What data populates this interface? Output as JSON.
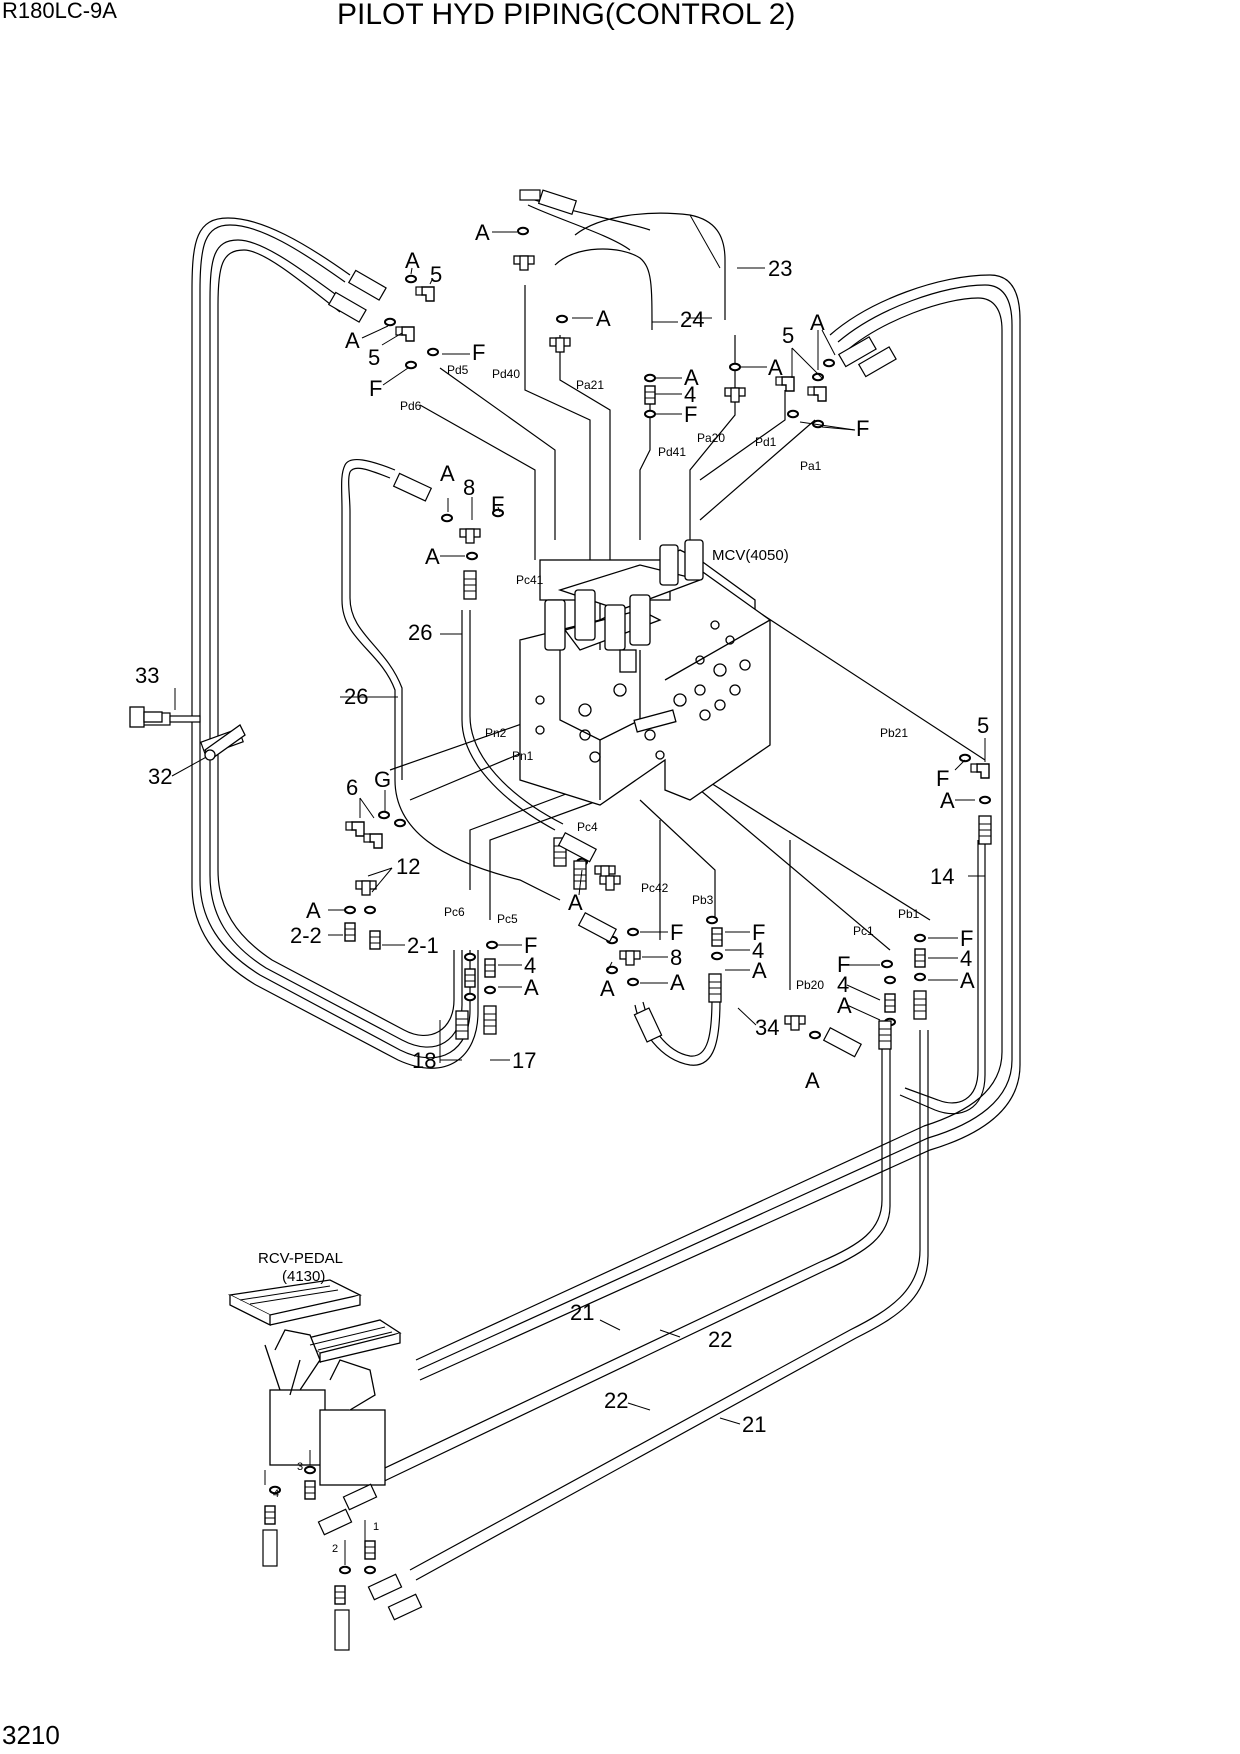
{
  "header": {
    "model": "R180LC-9A",
    "title": "PILOT HYD PIPING(CONTROL 2)"
  },
  "footer": {
    "page_number": "3210"
  },
  "components": {
    "mcv": "MCV(4050)",
    "rcv_line1": "RCV-PEDAL",
    "rcv_line2": "(4130)"
  },
  "callouts": [
    {
      "id": "c1",
      "text": "A"
    },
    {
      "id": "c2",
      "text": "A"
    },
    {
      "id": "c3",
      "text": "5"
    },
    {
      "id": "c4",
      "text": "A"
    },
    {
      "id": "c5",
      "text": "5"
    },
    {
      "id": "c6",
      "text": "F"
    },
    {
      "id": "c7",
      "text": "F"
    },
    {
      "id": "c8",
      "text": "23"
    },
    {
      "id": "c9",
      "text": "A"
    },
    {
      "id": "c10",
      "text": "24"
    },
    {
      "id": "c11",
      "text": "A"
    },
    {
      "id": "c12",
      "text": "4"
    },
    {
      "id": "c13",
      "text": "F"
    },
    {
      "id": "c14",
      "text": "A"
    },
    {
      "id": "c15",
      "text": "5"
    },
    {
      "id": "c16",
      "text": "A"
    },
    {
      "id": "c17",
      "text": "F"
    },
    {
      "id": "c18",
      "text": "A"
    },
    {
      "id": "c19",
      "text": "8"
    },
    {
      "id": "c20",
      "text": "F"
    },
    {
      "id": "c21",
      "text": "A"
    },
    {
      "id": "c22",
      "text": "26"
    },
    {
      "id": "c23",
      "text": "26"
    },
    {
      "id": "c24",
      "text": "33"
    },
    {
      "id": "c25",
      "text": "32"
    },
    {
      "id": "c26",
      "text": "6"
    },
    {
      "id": "c27",
      "text": "G"
    },
    {
      "id": "c28",
      "text": "12"
    },
    {
      "id": "c29",
      "text": "A"
    },
    {
      "id": "c30",
      "text": "2-2"
    },
    {
      "id": "c31",
      "text": "2-1"
    },
    {
      "id": "c32",
      "text": "F"
    },
    {
      "id": "c33",
      "text": "4"
    },
    {
      "id": "c34",
      "text": "A"
    },
    {
      "id": "c35",
      "text": "18"
    },
    {
      "id": "c36",
      "text": "17"
    },
    {
      "id": "c37",
      "text": "A"
    },
    {
      "id": "c38",
      "text": "F"
    },
    {
      "id": "c39",
      "text": "8"
    },
    {
      "id": "c40",
      "text": "A"
    },
    {
      "id": "c41",
      "text": "A"
    },
    {
      "id": "c42",
      "text": "F"
    },
    {
      "id": "c43",
      "text": "4"
    },
    {
      "id": "c44",
      "text": "A"
    },
    {
      "id": "c45",
      "text": "34"
    },
    {
      "id": "c46",
      "text": "A"
    },
    {
      "id": "c47",
      "text": "F"
    },
    {
      "id": "c48",
      "text": "4"
    },
    {
      "id": "c49",
      "text": "A"
    },
    {
      "id": "c50",
      "text": "F"
    },
    {
      "id": "c51",
      "text": "4"
    },
    {
      "id": "c52",
      "text": "A"
    },
    {
      "id": "c53",
      "text": "5"
    },
    {
      "id": "c54",
      "text": "F"
    },
    {
      "id": "c55",
      "text": "A"
    },
    {
      "id": "c56",
      "text": "14"
    },
    {
      "id": "c57",
      "text": "21"
    },
    {
      "id": "c58",
      "text": "22"
    },
    {
      "id": "c59",
      "text": "22"
    },
    {
      "id": "c60",
      "text": "21"
    }
  ],
  "ports": [
    {
      "id": "p1",
      "text": "Pd5"
    },
    {
      "id": "p2",
      "text": "Pd40"
    },
    {
      "id": "p3",
      "text": "Pa21"
    },
    {
      "id": "p4",
      "text": "Pd6"
    },
    {
      "id": "p5",
      "text": "Pd41"
    },
    {
      "id": "p6",
      "text": "Pa20"
    },
    {
      "id": "p7",
      "text": "Pd1"
    },
    {
      "id": "p8",
      "text": "Pa1"
    },
    {
      "id": "p9",
      "text": "Pc41"
    },
    {
      "id": "p10",
      "text": "Pn2"
    },
    {
      "id": "p11",
      "text": "Pn1"
    },
    {
      "id": "p12",
      "text": "Pb21"
    },
    {
      "id": "p13",
      "text": "Pc4"
    },
    {
      "id": "p14",
      "text": "Pc42"
    },
    {
      "id": "p15",
      "text": "Pb3"
    },
    {
      "id": "p16",
      "text": "Pc6"
    },
    {
      "id": "p17",
      "text": "Pc5"
    },
    {
      "id": "p18",
      "text": "Pc1"
    },
    {
      "id": "p19",
      "text": "Pb1"
    },
    {
      "id": "p20",
      "text": "Pb20"
    }
  ],
  "pedal_ports": [
    {
      "id": "r1",
      "text": "3"
    },
    {
      "id": "r2",
      "text": "4"
    },
    {
      "id": "r3",
      "text": "1"
    },
    {
      "id": "r4",
      "text": "2"
    }
  ]
}
